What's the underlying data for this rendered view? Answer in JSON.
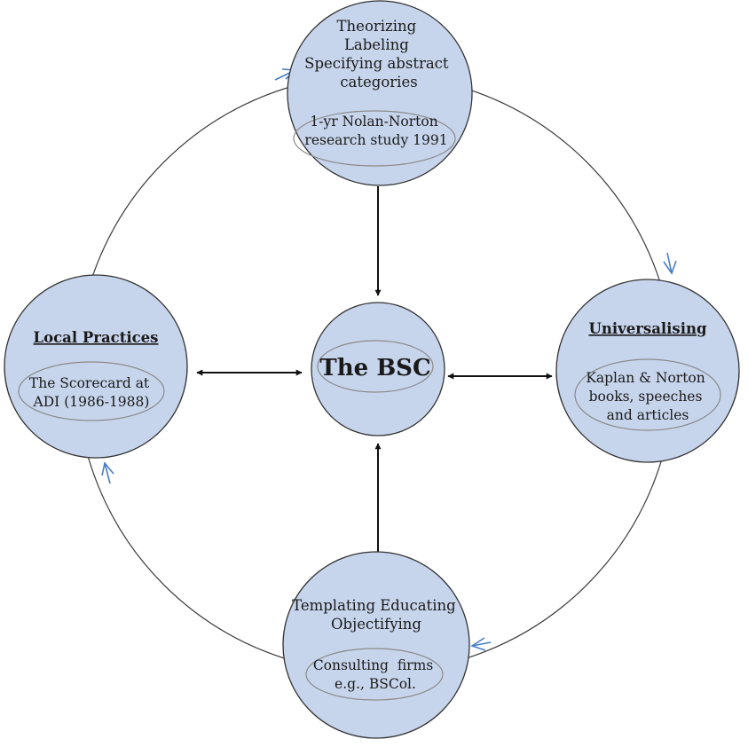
{
  "colors": {
    "node_fill": "#c7d5ec",
    "node_stroke": "#333333",
    "oval_stroke": "#8a8a8a",
    "ring_stroke": "#3a3a3a",
    "cycle_arrow": "#4a7cc7",
    "axis_arrow": "#111111"
  },
  "nodes": {
    "top": {
      "lines": [
        "Theorizing",
        "Labeling",
        "Specifying abstract",
        "categories"
      ],
      "oval_lines": [
        "1-yr Nolan-Norton",
        "research study 1991"
      ]
    },
    "left": {
      "heading": "Local Practices",
      "oval_lines": [
        "The Scorecard at",
        "ADI (1986-1988)"
      ]
    },
    "center": {
      "title": "The BSC"
    },
    "right": {
      "heading": "Universalising",
      "oval_lines": [
        "Kaplan & Norton",
        "books, speeches",
        "and articles"
      ]
    },
    "bottom": {
      "lines": [
        "Templating Educating",
        "Objectifying"
      ],
      "oval_lines": [
        "Consulting  firms",
        "e.g., BSCol."
      ]
    }
  }
}
